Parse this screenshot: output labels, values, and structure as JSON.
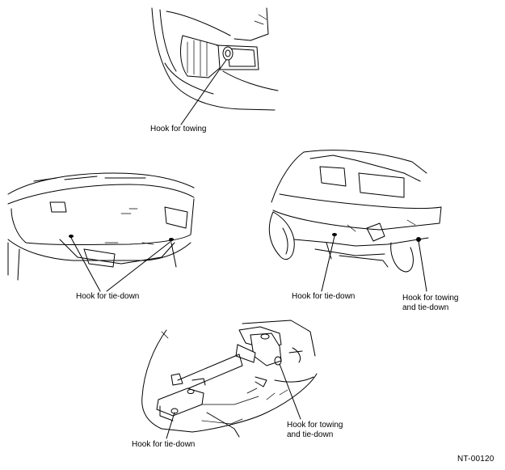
{
  "labels": {
    "front_hook_towing": "Hook for towing",
    "front_hook_tiedown": "Hook for tie-down",
    "rear_hook_tiedown": "Hook for tie-down",
    "rear_hook_towing_tiedown": "Hook for towing\nand tie-down",
    "detail_hook_tiedown": "Hook for tie-down",
    "detail_hook_towing_tiedown": "Hook for towing\nand tie-down"
  },
  "figure_id": "NT-00120"
}
